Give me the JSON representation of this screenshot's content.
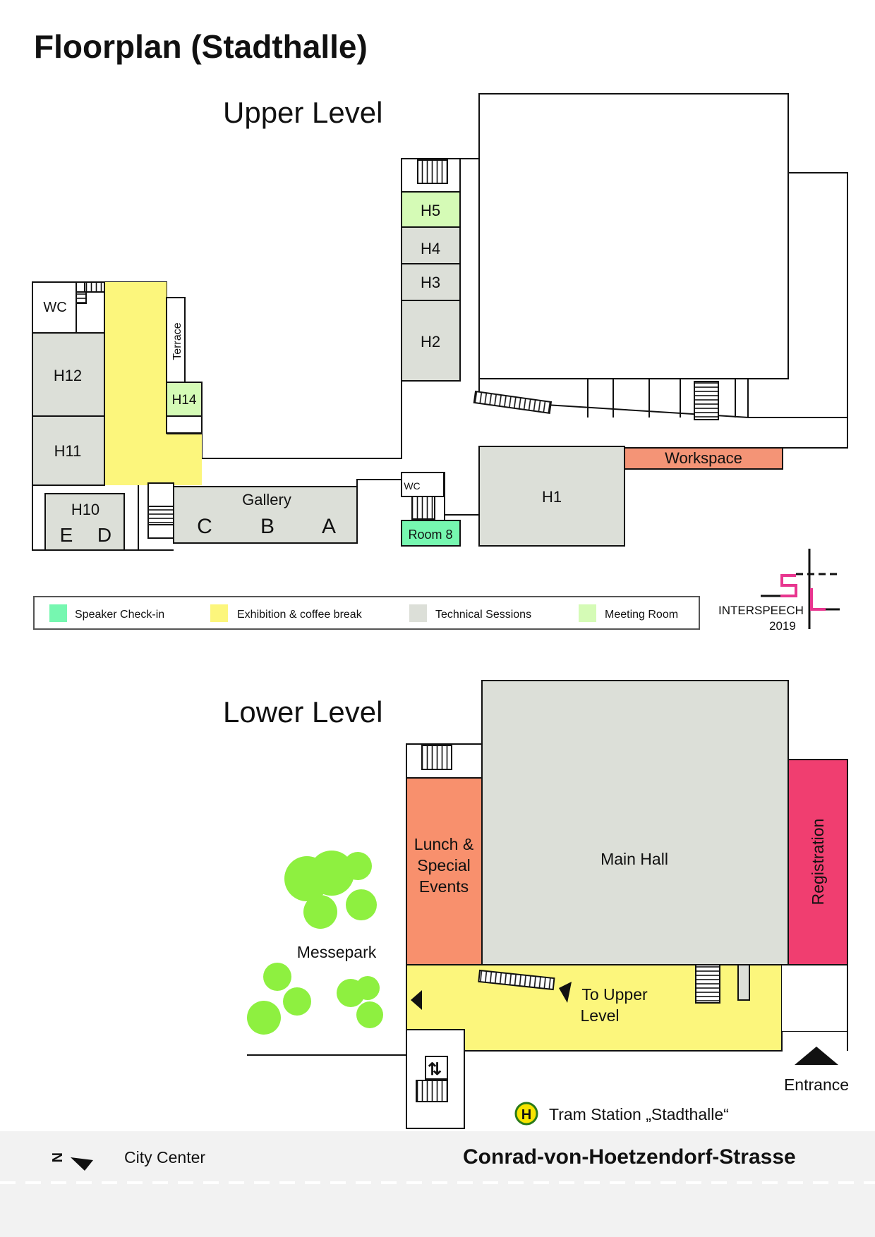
{
  "title": "Floorplan (Stadthalle)",
  "upper": {
    "heading": "Upper Level",
    "rooms": {
      "wc1": "WC",
      "h12": "H12",
      "h11": "H11",
      "h10": "H10",
      "e": "E",
      "d": "D",
      "terrace": "Terrace",
      "h14": "H14",
      "gallery": "Gallery",
      "gc": "C",
      "gb": "B",
      "ga": "A",
      "wc2": "WC",
      "room8": "Room 8",
      "h5": "H5",
      "h4": "H4",
      "h3": "H3",
      "h2": "H2",
      "h1": "H1",
      "workspace": "Workspace"
    }
  },
  "legend": [
    {
      "label": "Speaker Check-in",
      "color": "#76f7b0"
    },
    {
      "label": "Exhibition & coffee break",
      "color": "#fcf67c"
    },
    {
      "label": "Technical Sessions",
      "color": "#dcdfd8"
    },
    {
      "label": "Meeting Room",
      "color": "#d5fbb6"
    }
  ],
  "logo": {
    "name": "INTERSPEECH",
    "year": "2019",
    "accent": "#e8368f"
  },
  "lower": {
    "heading": "Lower Level",
    "rooms": {
      "lunch1": "Lunch &",
      "lunch2": "Special",
      "lunch3": "Events",
      "main": "Main Hall",
      "registration": "Registration",
      "toupper1": "To Upper",
      "toupper2": "Level",
      "messepark": "Messepark",
      "entrance": "Entrance",
      "tram": "Tram Station „Stadthalle“",
      "tram_icon": "H"
    }
  },
  "footer": {
    "north": "N",
    "city": "City Center",
    "street": "Conrad-von-Hoetzendorf-Strasse"
  },
  "colors": {
    "tech": "#dcdfd8",
    "meeting": "#d5fbb6",
    "checkin": "#76f7b0",
    "exhibition": "#fcf67c",
    "workspace": "#f49476",
    "lunch": "#f8906d",
    "registration": "#f03e70",
    "trees": "#8ef040",
    "tram": "#f7e400",
    "road": "#f2f2f2"
  }
}
